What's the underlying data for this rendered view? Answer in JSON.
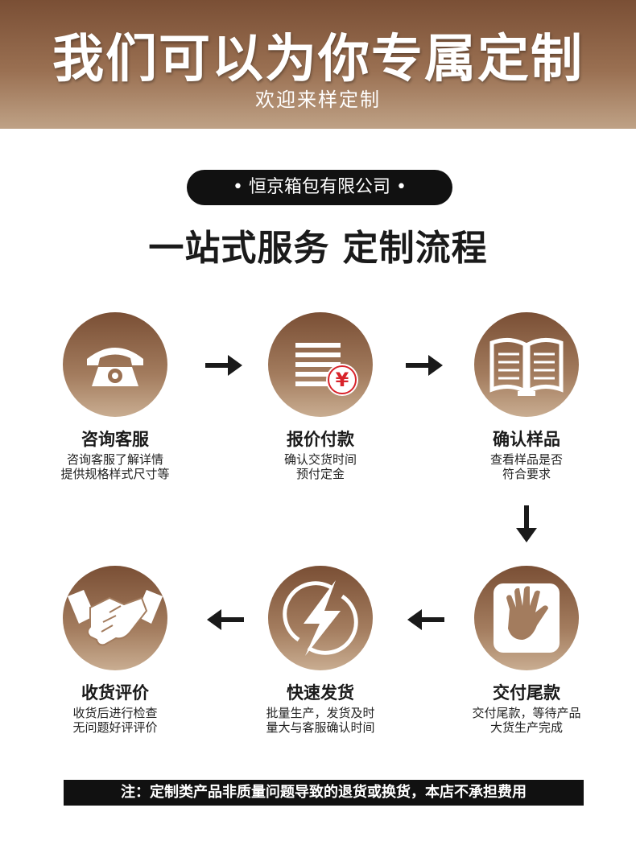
{
  "banner": {
    "title": "我们可以为你专属定制",
    "subtitle": "欢迎来样定制"
  },
  "company": {
    "name": "• 恒京箱包有限公司 •"
  },
  "section": {
    "title": "一站式服务 定制流程"
  },
  "steps": [
    {
      "title": "咨询客服",
      "desc1": "咨询客服了解详情",
      "desc2": "提供规格样式尺寸等",
      "icon": "telephone-icon"
    },
    {
      "title": "报价付款",
      "desc1": "确认交货时间",
      "desc2": "预付定金",
      "icon": "price-list-icon",
      "symbol": "¥"
    },
    {
      "title": "确认样品",
      "desc1": "查看样品是否",
      "desc2": "符合要求",
      "icon": "open-book-icon"
    },
    {
      "title": "交付尾款",
      "desc1": "交付尾款，等待产品",
      "desc2": "大货生产完成",
      "icon": "hand-icon"
    },
    {
      "title": "快速发货",
      "desc1": "批量生产，发货及时",
      "desc2": "量大与客服确认时间",
      "icon": "lightning-icon"
    },
    {
      "title": "收货评价",
      "desc1": "收货后进行检查",
      "desc2": "无问题好评评价",
      "icon": "handshake-icon"
    }
  ],
  "notice": {
    "text": "注：定制类产品非质量问题导致的退货或换货，本店不承担费用"
  },
  "colors": {
    "banner_top": "#7a4f35",
    "banner_bottom": "#bfa286",
    "dark": "#111111",
    "accent_red": "#d8232a"
  }
}
